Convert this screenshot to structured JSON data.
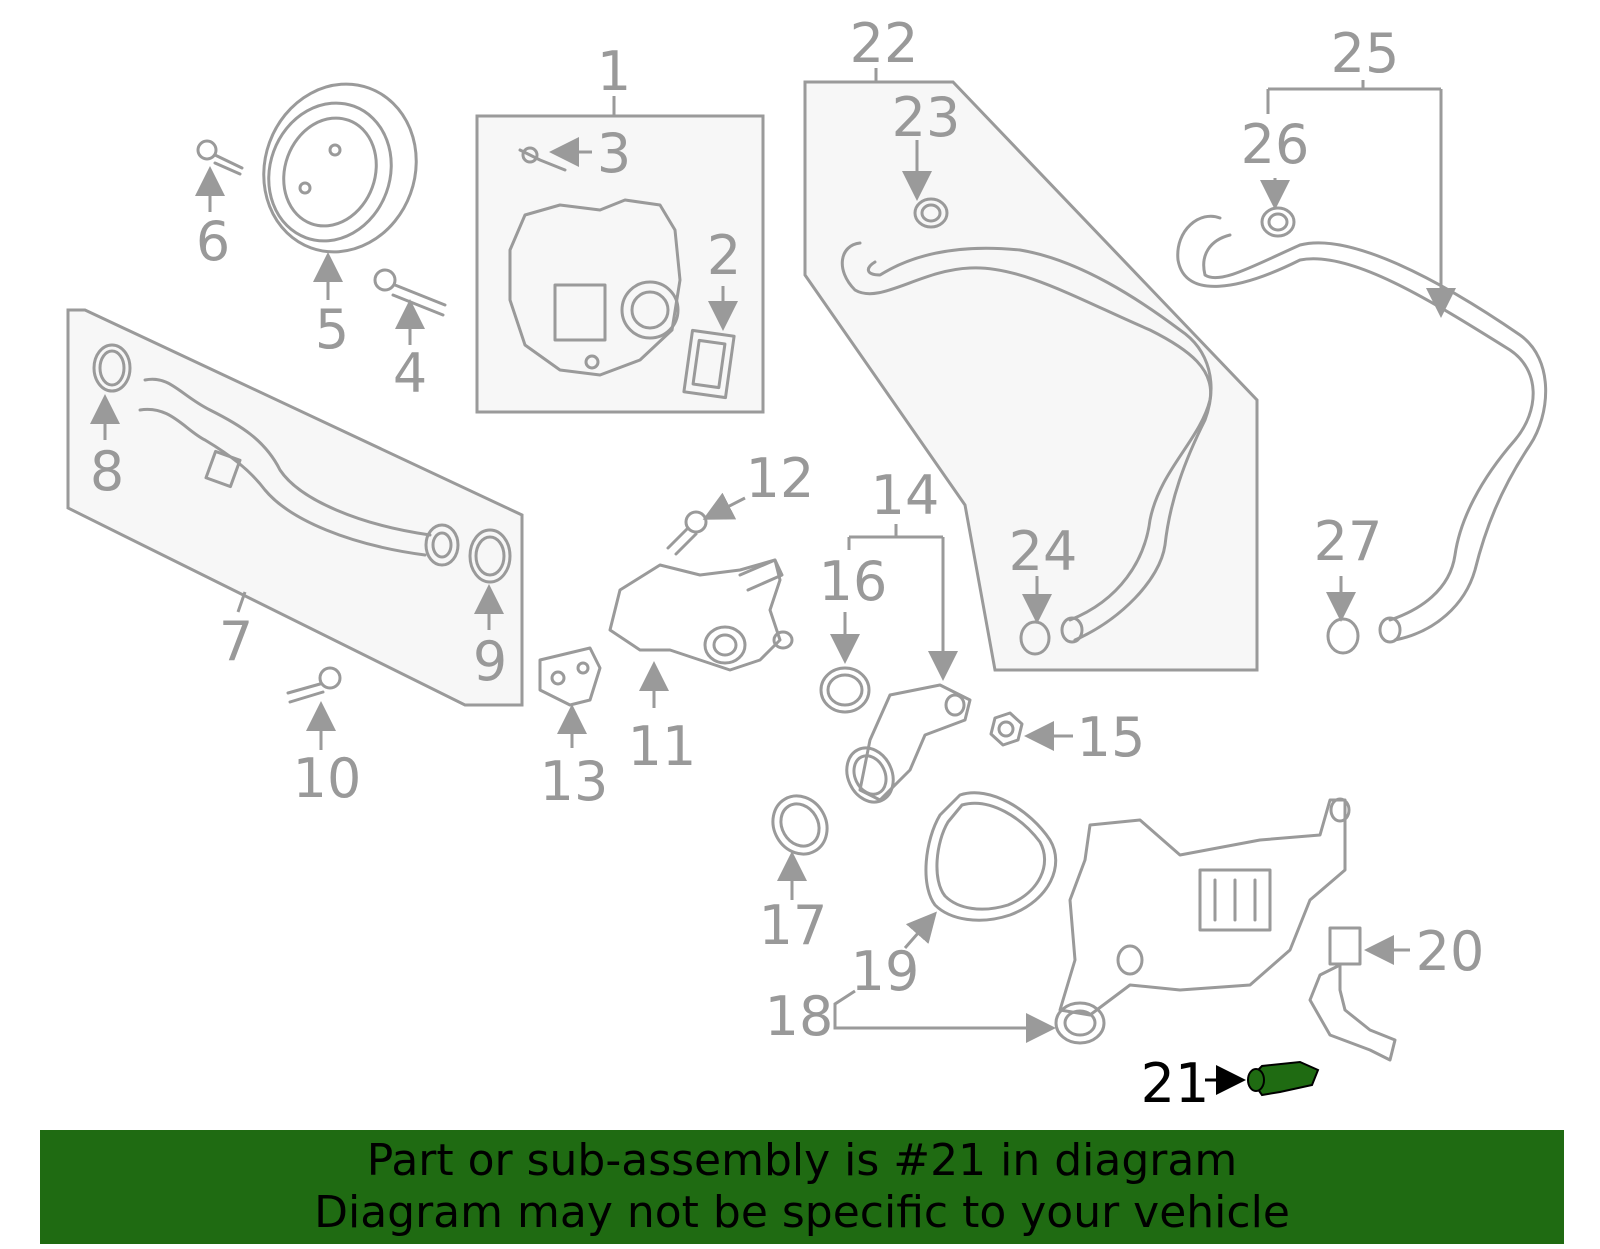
{
  "diagram": {
    "callouts": [
      "1",
      "2",
      "3",
      "4",
      "5",
      "6",
      "7",
      "8",
      "9",
      "10",
      "11",
      "12",
      "13",
      "14",
      "15",
      "16",
      "17",
      "18",
      "19",
      "20",
      "21",
      "22",
      "23",
      "24",
      "25",
      "26",
      "27"
    ],
    "highlighted_callout": "21",
    "highlight_color": "#1f6b12",
    "line_color": "#9a9a9a"
  },
  "banner": {
    "line1": "Part or sub-assembly is #21 in diagram",
    "line2": "Diagram may not be specific to your vehicle",
    "background": "#1f6b12"
  }
}
